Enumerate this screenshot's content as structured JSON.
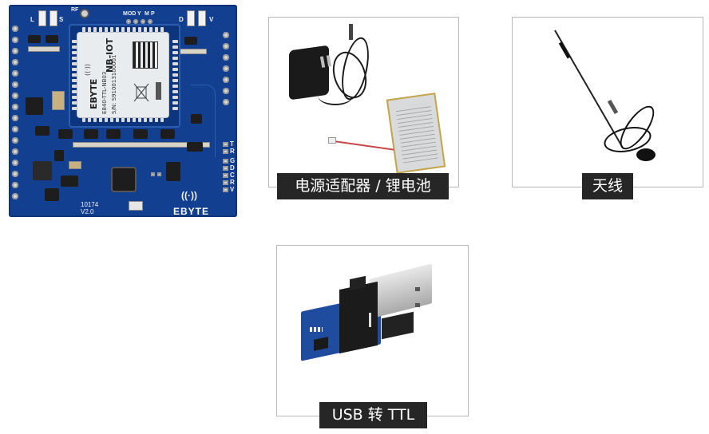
{
  "board": {
    "module_type": "NB-IOT",
    "module_brand": "EBYTE",
    "module_model": "E840-TTL-NB03",
    "module_sn": "S/N: S910013100001",
    "top_labels": {
      "l": "L",
      "s": "S",
      "rf": "RF",
      "mod": "MOD",
      "y": "Y",
      "m": "M",
      "p": "P",
      "d": "D",
      "v": "V"
    },
    "side_labels": [
      "T",
      "R",
      "G",
      "D",
      "C",
      "R",
      "V"
    ],
    "board_id": "10174",
    "board_version": "V2.0",
    "brand": "EBYTE"
  },
  "accessories": [
    {
      "label": "电源适配器 / 锂电池",
      "item": "power-adapter-and-lithium-battery"
    },
    {
      "label": "天线",
      "item": "antenna"
    },
    {
      "label": "USB 转 TTL",
      "item": "usb-to-ttl"
    }
  ],
  "colors": {
    "pcb_blue": "#123f8f",
    "label_bg": "#262626",
    "label_text": "#ffffff",
    "box_border": "#b8b8b8"
  }
}
